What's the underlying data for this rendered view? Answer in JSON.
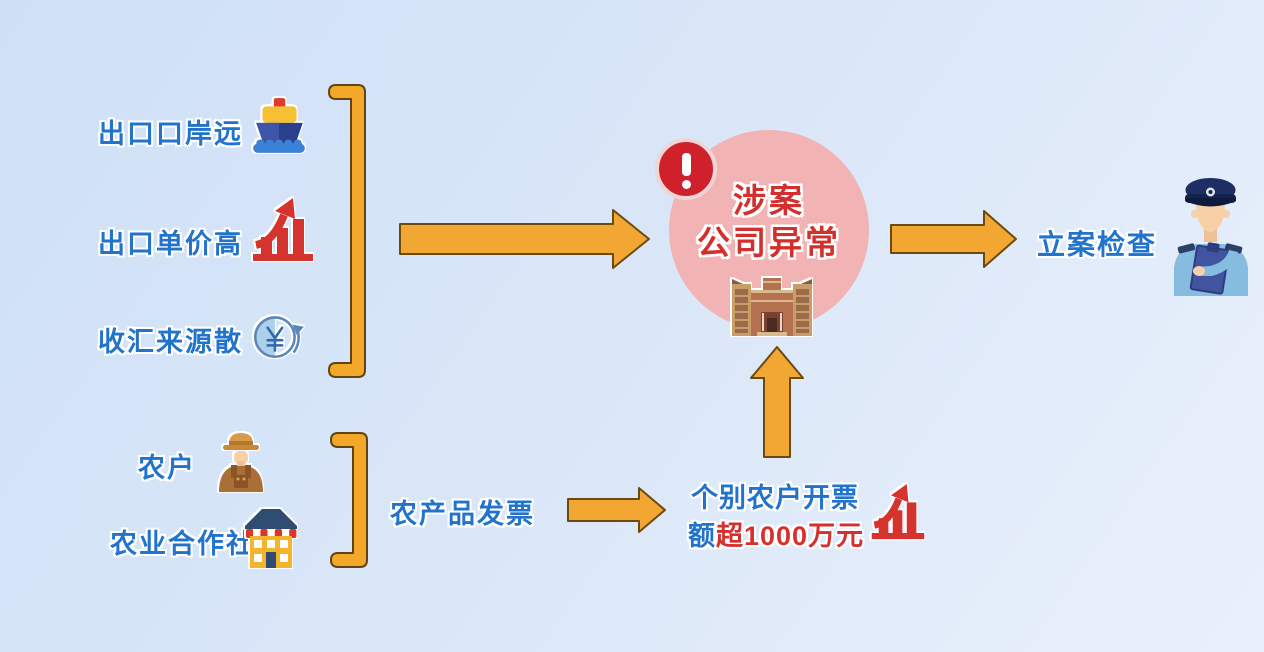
{
  "colors": {
    "blue_text": "#2273cb",
    "red_text": "#d5302d",
    "arrow_fill": "#f2a733",
    "arrow_stroke": "#6b4a10",
    "bracket_fill": "#f4a829",
    "circle_fill": "#f1b3b3",
    "badge_red": "#cf212c",
    "background_top": "#cfe0f6",
    "background_bottom": "#e9f0fb"
  },
  "flow": {
    "risk_signals": [
      {
        "label": "出口口岸远",
        "icon": "ship-icon"
      },
      {
        "label": "出口单价高",
        "icon": "rising-chart-icon"
      },
      {
        "label": "收汇来源散",
        "icon": "currency-cycle-icon"
      }
    ],
    "company": {
      "line1": "涉案",
      "line2": "公司异常",
      "icon": "company-building-icon",
      "badge": "exclamation"
    },
    "action": {
      "label": "立案检查",
      "icon": "inspector-icon"
    },
    "sources": [
      {
        "label": "农户",
        "icon": "farmer-icon"
      },
      {
        "label": "农业合作社",
        "icon": "coop-building-icon"
      }
    ],
    "invoice": {
      "label": "农产品发票"
    },
    "finding": {
      "line1": "个别农户开票",
      "line2_prefix": "额",
      "line2_highlight": "超1000万元",
      "icon": "rising-chart-icon"
    }
  }
}
